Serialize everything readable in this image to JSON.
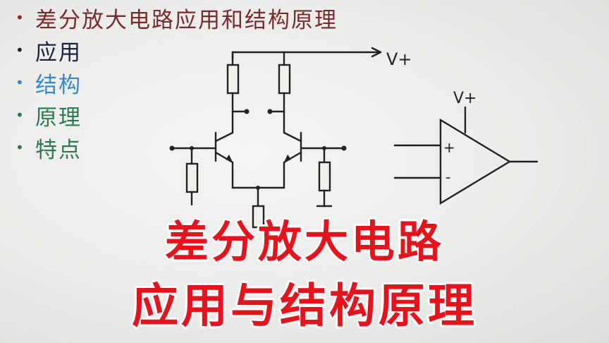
{
  "slide": {
    "bullets": [
      {
        "text": "差分放大电路应用和结构原理",
        "color": "#7a2a2a",
        "dot_color": "#8b2a2a"
      },
      {
        "text": "应用",
        "color": "#1c2240",
        "dot_color": "#1c2240"
      },
      {
        "text": "结构",
        "color": "#3a86c8",
        "dot_color": "#3a86c8"
      },
      {
        "text": "原理",
        "color": "#2e7a4e",
        "dot_color": "#2e7a4e"
      },
      {
        "text": "特点",
        "color": "#2e7a4e",
        "dot_color": "#2e7a4e"
      }
    ],
    "circuit_label_vplus": "V+",
    "opamp": {
      "vplus": "V+",
      "plus": "+",
      "minus": "-"
    }
  },
  "overlay_title": {
    "line1": "差分放大电路",
    "line2": "应用与结构原理",
    "color": "#e8121c"
  }
}
